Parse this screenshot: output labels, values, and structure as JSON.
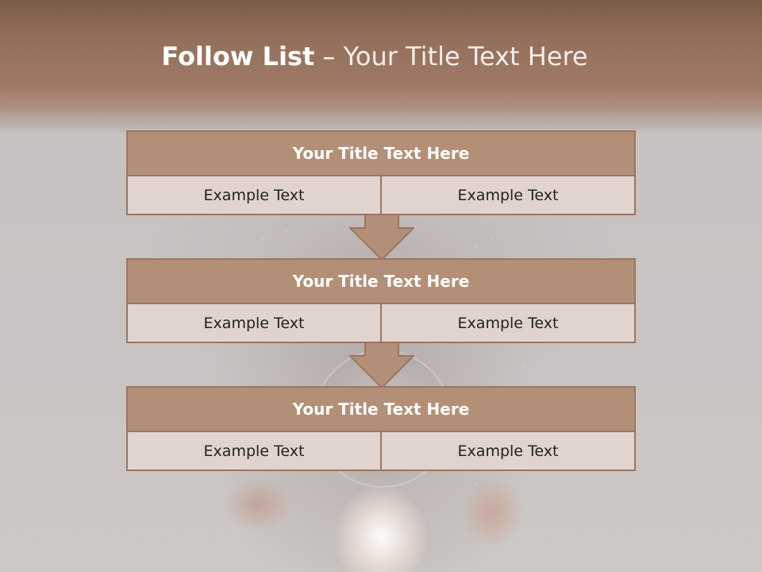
{
  "slide": {
    "title_bold": "Follow List",
    "title_separator": " – ",
    "title_rest": "Your Title Text Here"
  },
  "blocks": [
    {
      "title": "Your Title Text Here",
      "left": "Example Text",
      "right": "Example Text"
    },
    {
      "title": "Your Title Text Here",
      "left": "Example Text",
      "right": "Example Text"
    },
    {
      "title": "Your Title Text Here",
      "left": "Example Text",
      "right": "Example Text"
    }
  ],
  "colors": {
    "header_band": "#93705c",
    "block_title_fill": "#b48f78",
    "block_border": "#9a7563",
    "cell_fill": "#e1d4ce",
    "arrow_fill": "#b48f78"
  }
}
